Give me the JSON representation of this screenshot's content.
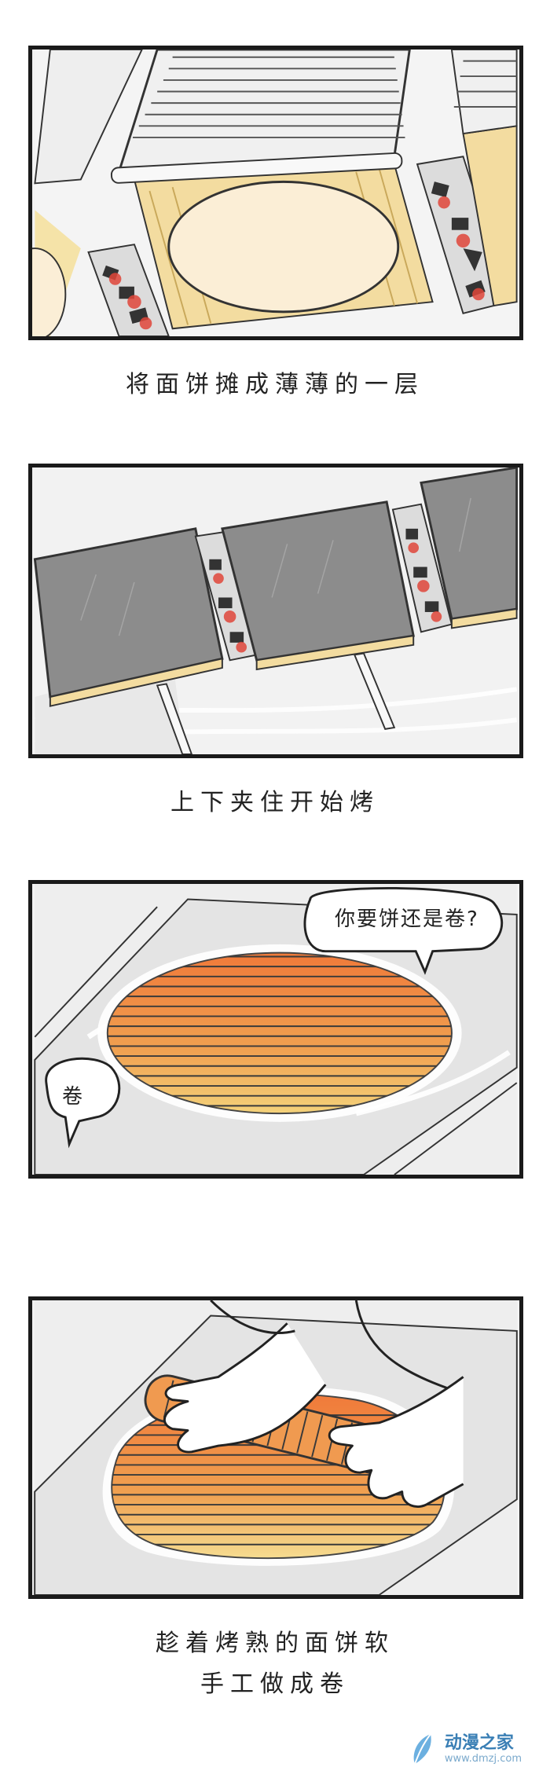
{
  "panels": [
    {
      "caption": "将面饼摊成薄薄的一层"
    },
    {
      "caption": "上下夹住开始烤"
    },
    {
      "bubble_top": "你要饼还是卷?",
      "bubble_bottom": "卷"
    },
    {
      "caption_line1": "趁着烤熟的面饼软",
      "caption_line2": "手工做成卷"
    }
  ],
  "watermark": {
    "name": "动漫之家",
    "url": "www.dmzj.com"
  },
  "colors": {
    "ember": "#e0463a",
    "dough": "#fbeed6",
    "bake": "#f0a050",
    "border": "#1a1a1a"
  }
}
